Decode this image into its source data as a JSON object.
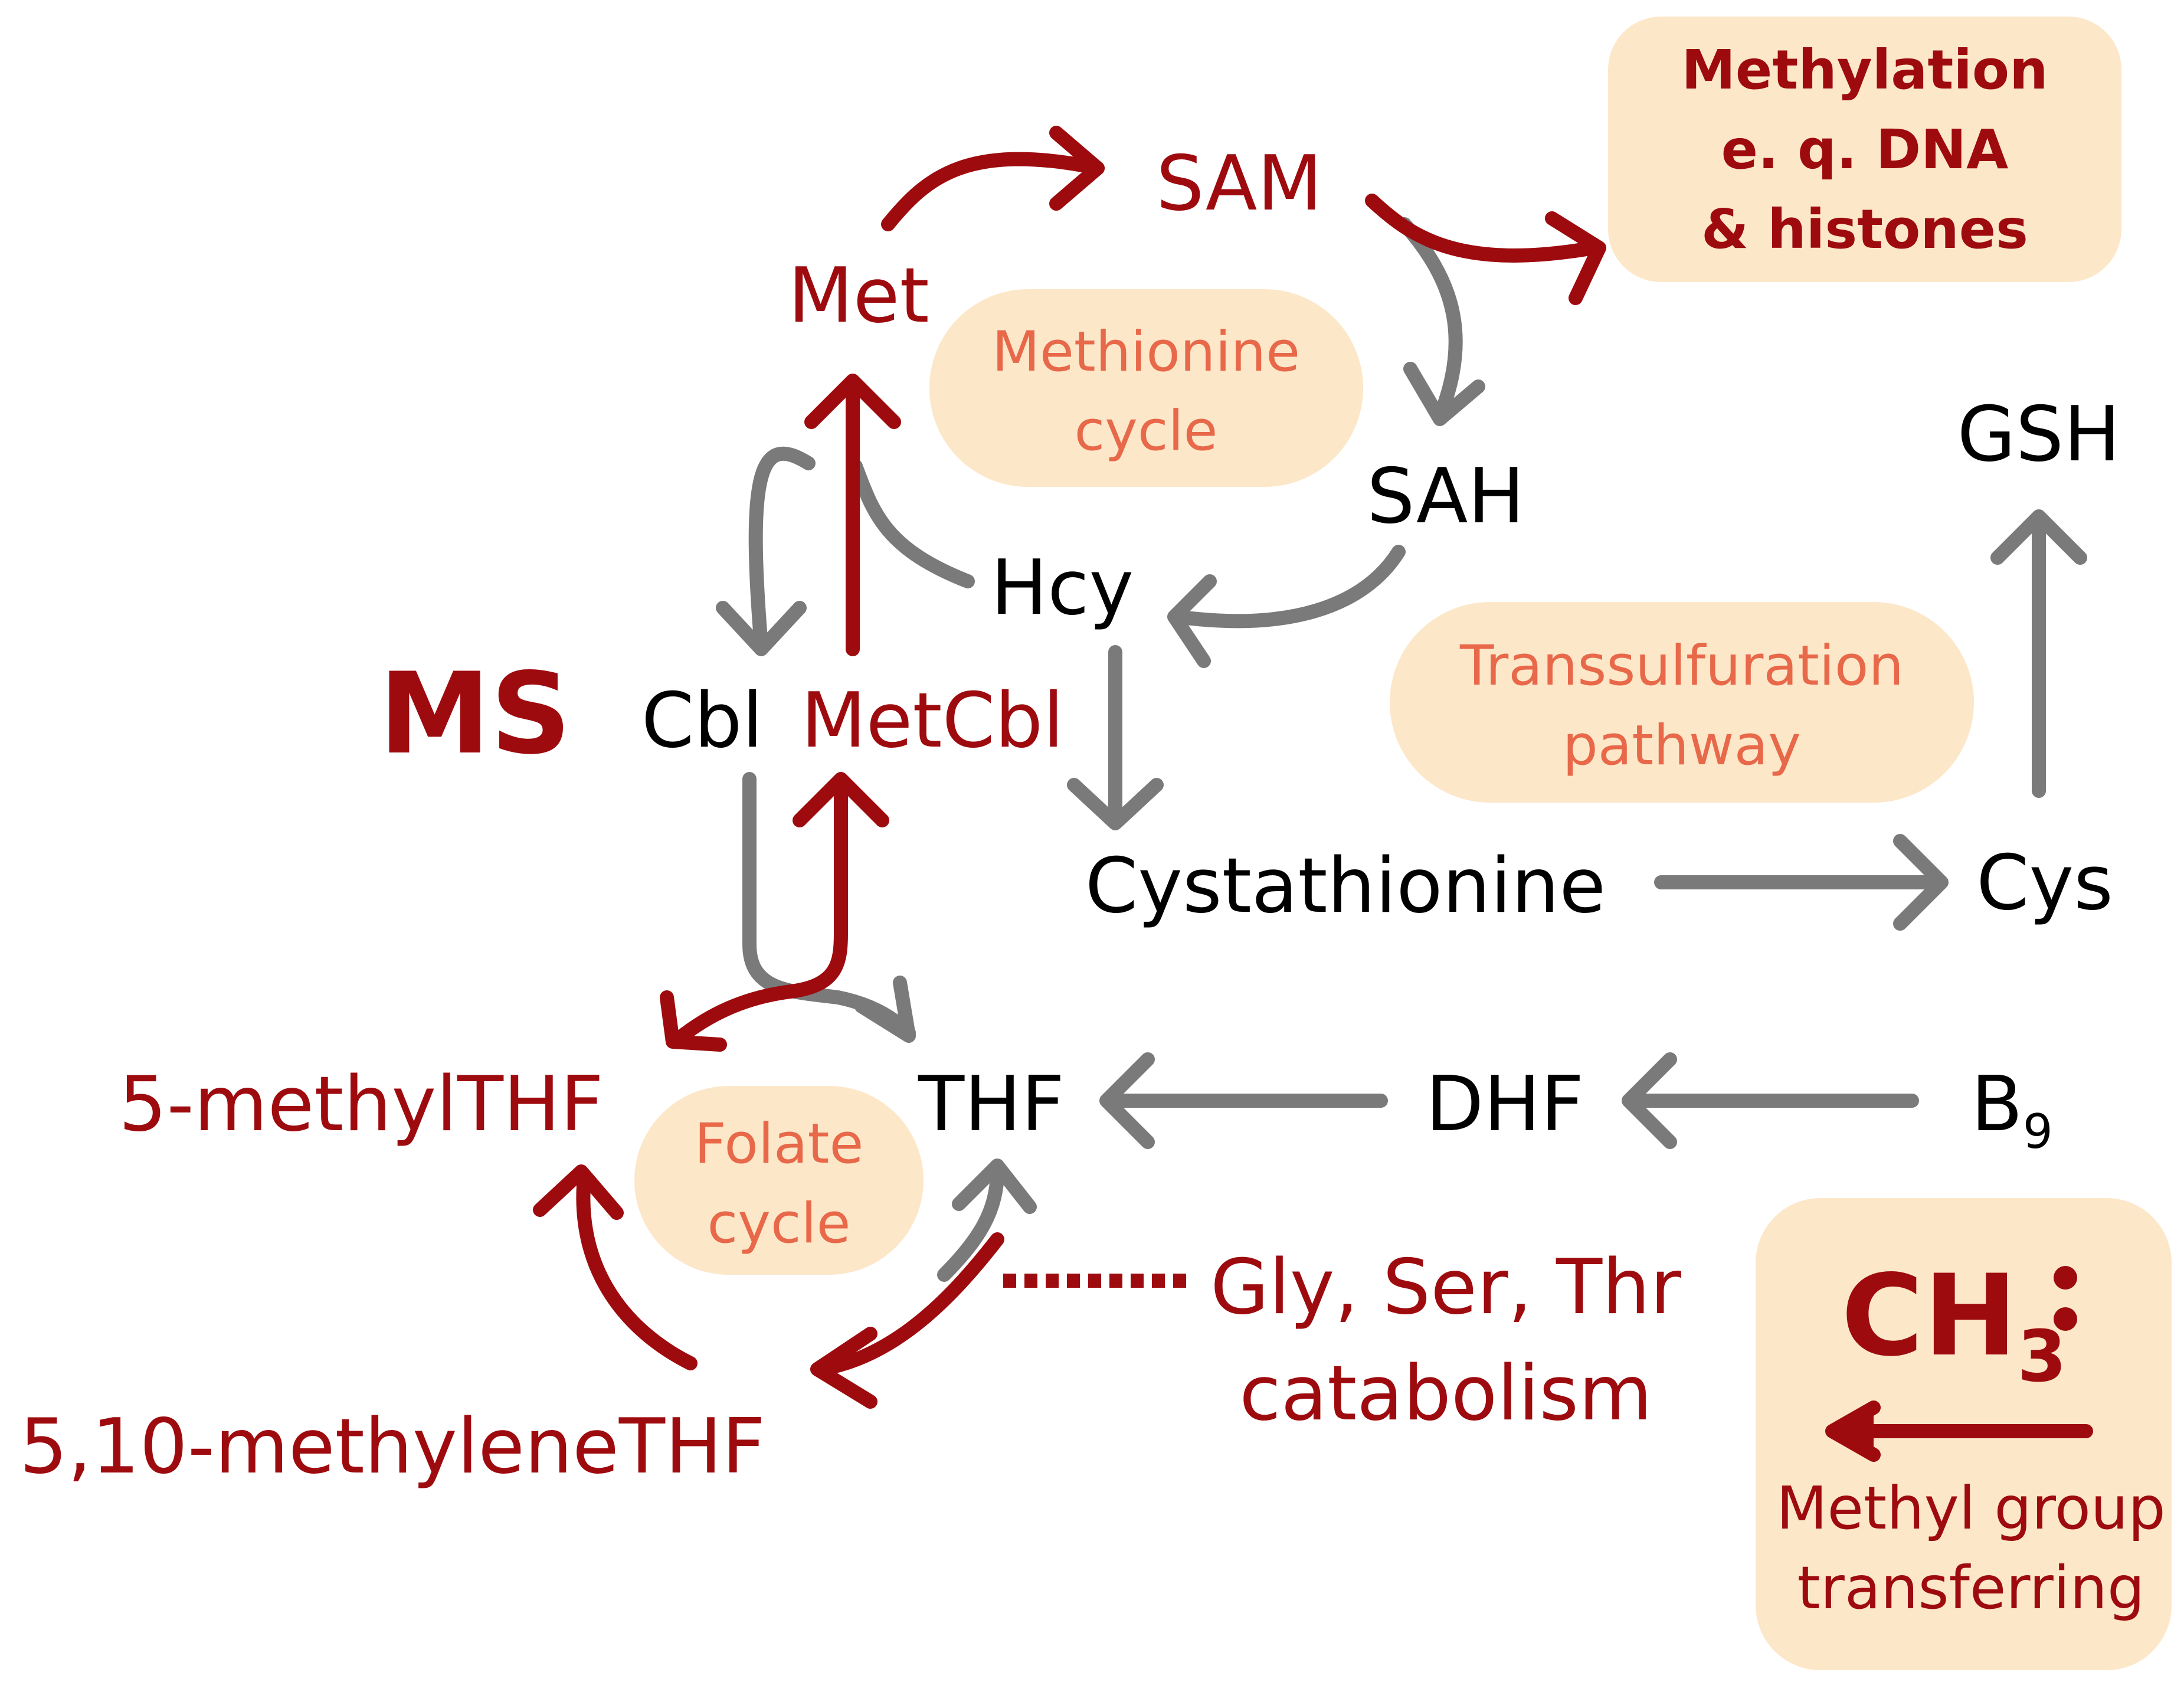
{
  "colors": {
    "accent_red": "#9e0b0f",
    "arrow_gray": "#7a7a7a",
    "label_orange": "#e8684a",
    "box_fill": "#fde7c9",
    "text_black": "#000000"
  },
  "cycles": {
    "methionine": [
      "Methionine",
      "cycle"
    ],
    "transsulfuration": [
      "Transsulfuration",
      "pathway"
    ],
    "folate": [
      "Folate",
      "cycle"
    ]
  },
  "nodes": {
    "sam": "SAM",
    "met": "Met",
    "sah": "SAH",
    "hcy": "Hcy",
    "ms": "MS",
    "cbl": "Cbl",
    "metcbl": "MetCbl",
    "cystathionine": "Cystathionine",
    "cys": "Cys",
    "gsh": "GSH",
    "methylthf": "5-methylTHF",
    "thf": "THF",
    "dhf": "DHF",
    "b9_base": "B",
    "b9_sub": "9",
    "methylenethf": "5,10-methyleneTHF",
    "catabolism": [
      "Gly, Ser, Thr",
      "catabolism"
    ]
  },
  "methylation_box": [
    "Methylation",
    "e. q. DNA",
    "& histones"
  ],
  "legend": {
    "symbol_base": "CH",
    "symbol_sub": "3",
    "caption": [
      "Methyl group",
      "transferring"
    ]
  }
}
